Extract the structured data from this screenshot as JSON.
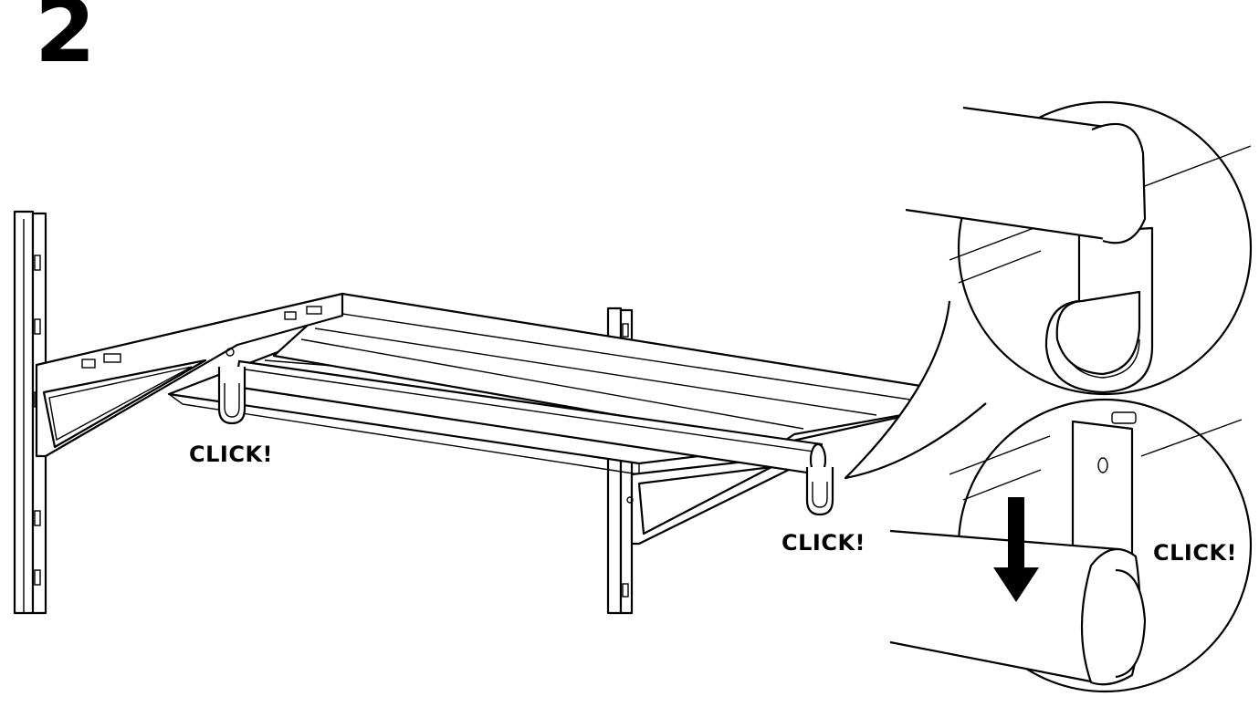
{
  "step": {
    "number": "2"
  },
  "labels": {
    "click_left": "CLICK!",
    "click_right": "CLICK!",
    "click_detail": "CLICK!"
  },
  "icons": {
    "arrow": "down-arrow-icon"
  },
  "colors": {
    "ink": "#000000",
    "paper": "#ffffff"
  }
}
